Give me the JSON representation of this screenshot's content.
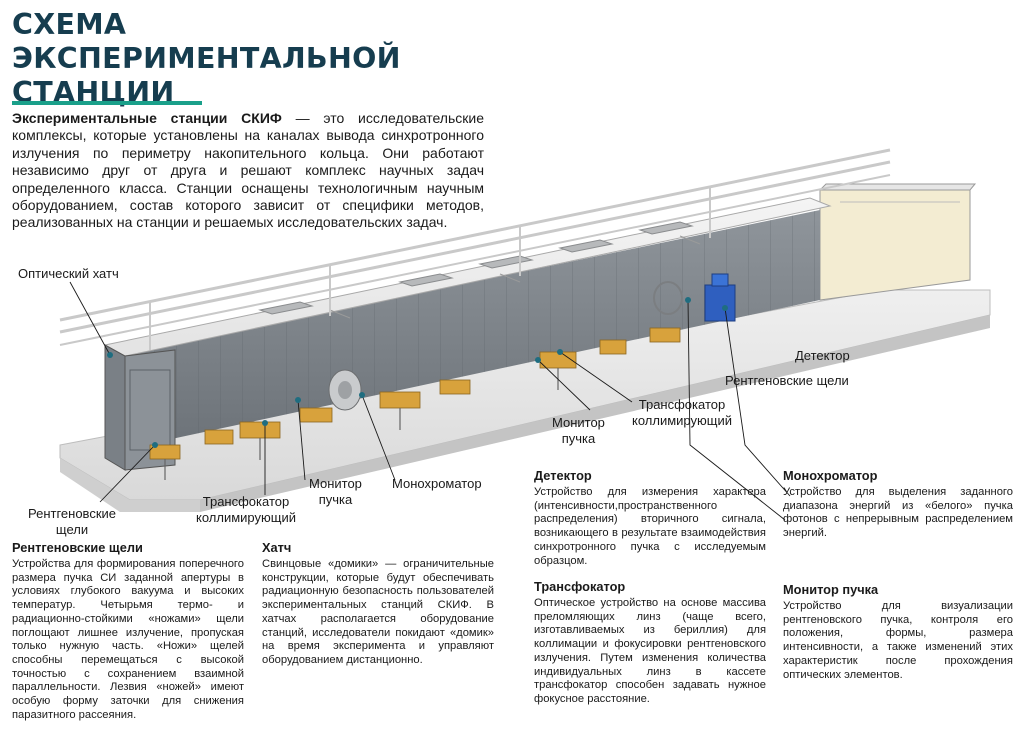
{
  "title": {
    "line1": "СХЕМА",
    "line2": "ЭКСПЕРИМЕНТАЛЬНОЙ",
    "line3": "СТАНЦИИ"
  },
  "intro": {
    "lead": "Экспериментальные станции СКИФ",
    "text": " — это исследовательские комплексы, которые установлены на каналах вывода синхротронного излучения по периметру накопительного кольца. Они работают независимо друг от друга и решают комплекс научных задач определенного класса. Станции оснащены технологичным научным оборудованием, состав которого зависит от специфики методов, реализованных на станции и решаемых исследовательских задач."
  },
  "callouts": {
    "optical_hutch": "Оптический хатч",
    "detector": "Детектор",
    "xray_slits_right": "Рентгеновские щели",
    "transfocator_right_1": "Трансфокатор",
    "transfocator_right_2": "коллимирующий",
    "monitor_right_1": "Монитор",
    "monitor_right_2": "пучка",
    "xray_slits_left_1": "Рентгеновские",
    "xray_slits_left_2": "щели",
    "transfocator_left_1": "Трансфокатор",
    "transfocator_left_2": "коллимирующий",
    "monitor_left_1": "Монитор",
    "monitor_left_2": "пучка",
    "monochromator": "Монохроматор"
  },
  "sections": {
    "xray_slits": {
      "title": "Рентгеновские щели",
      "text": "Устройства для формирования поперечного размера пучка СИ заданной апертуры в условиях глубокого вакуума и высоких температур. Четырьмя термо- и радиационно-стойкими «ножами» щели поглощают лишнее излучение, пропуская только нужную часть. «Ножи» щелей способны перемещаться с высокой точностью с сохранением взаимной параллельности. Лезвия «ножей» имеют особую форму заточки для снижения паразитного рассеяния."
    },
    "hutch": {
      "title": "Хатч",
      "text": "Свинцовые «домики» — ограничительные конструкции, которые будут обеспечивать радиационную безопасность пользователей экспериментальных станций СКИФ. В хатчах располагается оборудование станций, исследователи покидают «домик» на время эксперимента и управляют оборудованием дистанционно."
    },
    "detector": {
      "title": "Детектор",
      "text": "Устройство для измерения характера (интенсивности,пространственного распределения) вторичного сигнала, возникающего в результате взаимодействия синхротронного пучка с исследуемым образцом."
    },
    "monochromator": {
      "title": "Монохроматор",
      "text": "Устройство для выделения заданного диапазона энергий из «белого» пучка фотонов с непрерывным распределением энергий."
    },
    "transfocator": {
      "title": "Трансфокатор",
      "text": "Оптическое устройство на основе массива преломляющих линз (чаще всего, изготавливаемых из бериллия) для коллимации и фокусировки рентгеновского излучения. Путем изменения количества индивидуальных линз в кассете трансфокатор способен задавать нужное фокусное расстояние."
    },
    "beam_monitor": {
      "title": "Монитор пучка",
      "text": "Устройство для визуализации рентгеновского пучка, контроля его положения, формы, размера интенсивности, а также изменений этих характеристик после прохождения оптических элементов."
    }
  },
  "colors": {
    "title": "#163d4f",
    "accent_rule": "#1aa08a",
    "callout_dot": "#1f6d80",
    "equipment_yellow": "#d8a23c",
    "detector_blue": "#2f5fbf"
  }
}
